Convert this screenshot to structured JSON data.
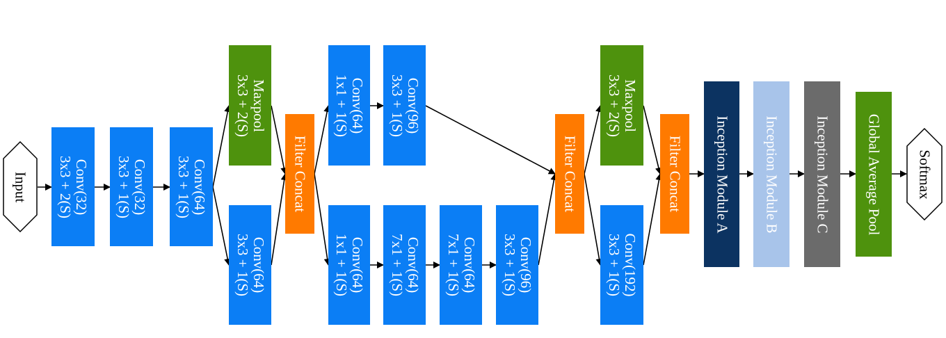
{
  "nodes": {
    "input": "Input",
    "conv1": [
      "Conv(32)",
      "3x3 + 2(S)"
    ],
    "conv2": [
      "Conv(32)",
      "3x3 + 1(S)"
    ],
    "conv3": [
      "Conv(64)",
      "3x3 + 1(S)"
    ],
    "maxpool1": [
      "Maxpool",
      "3x3 + 2(S)"
    ],
    "conv4": [
      "Conv(64)",
      "3x3 + 1(S)"
    ],
    "concat1": "Filter Concat",
    "conv5a": [
      "Conv(64)",
      "1x1 + 1(S)"
    ],
    "conv5b": [
      "Conv(96)",
      "3x3 + 1(S)"
    ],
    "conv6a": [
      "Conv(64)",
      "1x1 + 1(S)"
    ],
    "conv6b": [
      "Conv(64)",
      "7x1 + 1(S)"
    ],
    "conv6c": [
      "Conv(64)",
      "7x1 + 1(S)"
    ],
    "conv6d": [
      "Conv(96)",
      "3x3 + 1(S)"
    ],
    "concat2": "Filter Concat",
    "maxpool2": [
      "Maxpool",
      "3x3 + 2(S)"
    ],
    "conv7": [
      "Conv(192)",
      "3x3 + 1(S)"
    ],
    "concat3": "Filter Concat",
    "inceptionA": "Inception Module A",
    "inceptionB": "Inception Module B",
    "inceptionC": "Inception Module C",
    "gap": "Global Average Pool",
    "softmax": "Softmax"
  },
  "colors": {
    "conv": "#0b7ef5",
    "pool": "#4e920d",
    "concat": "#ff7a00",
    "inceptionA": "#0c3361",
    "inceptionB": "#a8c4ea",
    "inceptionC": "#6b6b6b"
  }
}
